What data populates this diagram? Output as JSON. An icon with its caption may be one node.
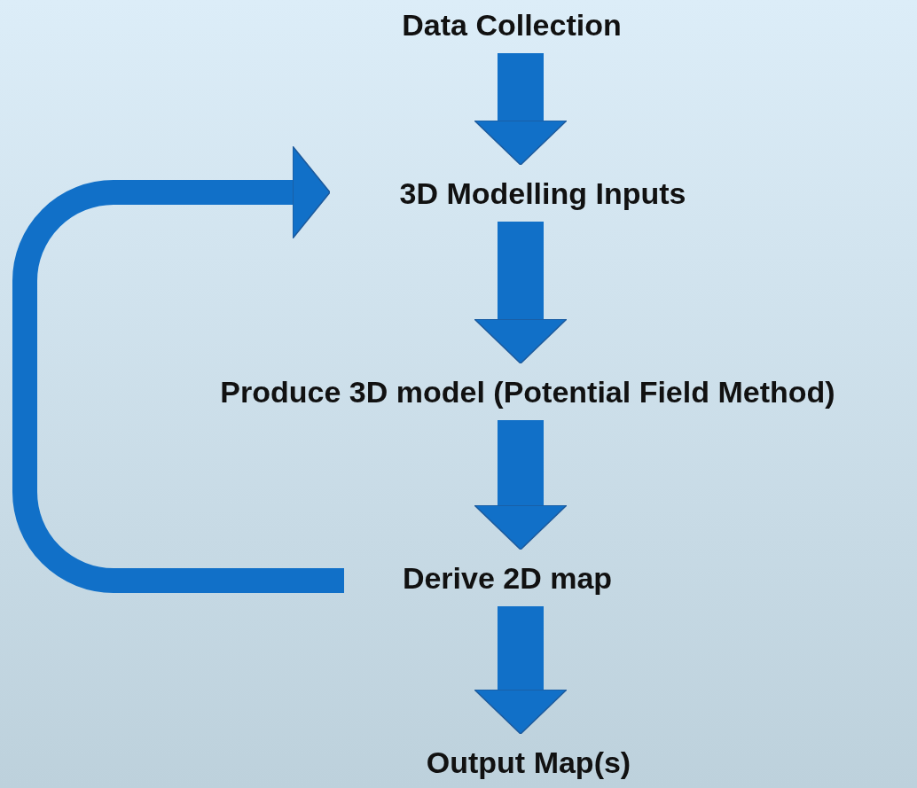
{
  "diagram": {
    "nodes": [
      {
        "text": [
          "Data Collection"
        ]
      },
      {
        "text": [
          "3D Modelling Inputs"
        ]
      },
      {
        "text": [
          "Produce 3D model (Potential Field Method)"
        ]
      },
      {
        "text": [
          "Derive 2D map"
        ]
      },
      {
        "text": [
          "Output Map(s)"
        ]
      }
    ],
    "edges": [
      {
        "from": 0,
        "to": 1,
        "arrow": "to"
      },
      {
        "from": 1,
        "to": 2,
        "arrow": "to"
      },
      {
        "from": 2,
        "to": 3,
        "arrow": "to"
      },
      {
        "from": 3,
        "to": 4,
        "arrow": "to"
      },
      {
        "from": 3,
        "to": 1,
        "arrow": "to"
      }
    ]
  }
}
